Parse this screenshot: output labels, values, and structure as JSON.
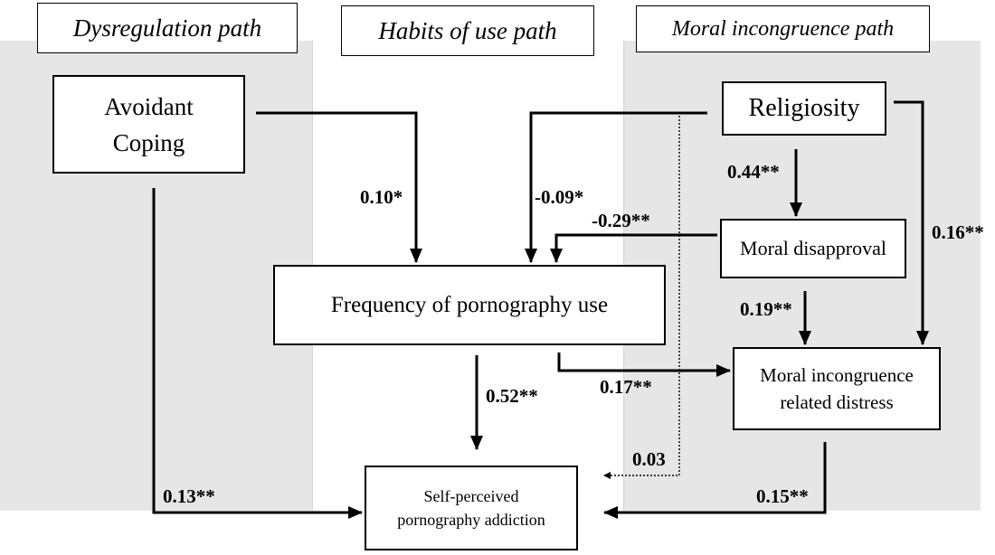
{
  "headers": {
    "dysregulation": "Dysregulation path",
    "habits": "Habits of use path",
    "moral": "Moral incongruence path"
  },
  "nodes": {
    "avoidant_line1": "Avoidant",
    "avoidant_line2": "Coping",
    "religiosity": "Religiosity",
    "moral_disapproval": "Moral disapproval",
    "frequency": "Frequency of pornography use",
    "distress_line1": "Moral incongruence",
    "distress_line2": "related distress",
    "addiction_line1": "Self-perceived",
    "addiction_line2": "pornography addiction"
  },
  "coefficients": {
    "avoidant_to_frequency": "0.10*",
    "religiosity_to_frequency": "-0.09*",
    "disapproval_to_frequency": "-0.29**",
    "religiosity_to_disapproval": "0.44**",
    "religiosity_to_distress": "0.16**",
    "disapproval_to_distress": "0.19**",
    "frequency_to_addiction": "0.52**",
    "frequency_to_distress": "0.17**",
    "religiosity_to_addiction": "0.03",
    "avoidant_to_addiction": "0.13**",
    "distress_to_addiction": "0.15**"
  },
  "colors": {
    "panel_gray": "#e6e6e6",
    "ink": "#000000"
  }
}
